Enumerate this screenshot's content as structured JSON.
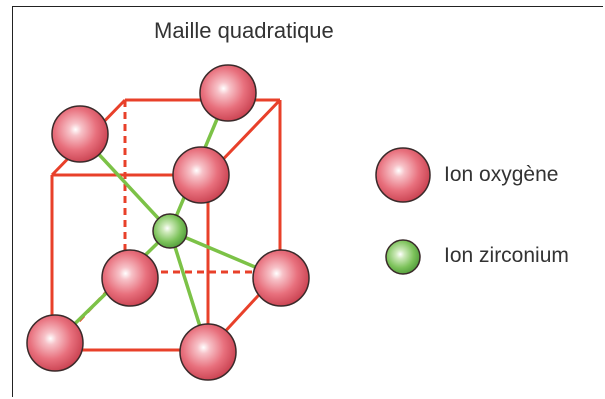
{
  "title": "Maille quadratique",
  "legend": {
    "oxygen_label": "Ion oxygène",
    "zirconium_label": "Ion zirconium"
  },
  "colors": {
    "cell_edges": "#e8402a",
    "bonds": "#7cc247",
    "oxygen_ion": "#e45f6f",
    "zirconium_ion": "#6fba50"
  }
}
